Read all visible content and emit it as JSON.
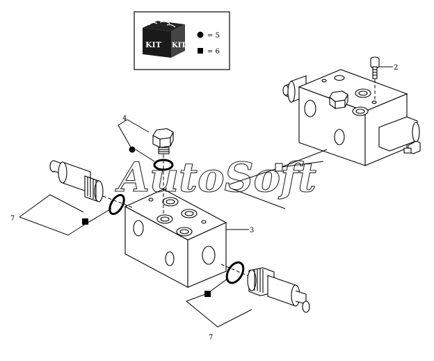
{
  "kit_legend": {
    "badge_left": "KIT",
    "badge_right": "KIT",
    "circle_label": "= 5",
    "square_label": "= 6"
  },
  "callouts": {
    "c2": "2",
    "c3": "3",
    "c4": "4",
    "c7_left": "7",
    "c7_bottom": "7"
  },
  "watermark": "AutoSoft"
}
